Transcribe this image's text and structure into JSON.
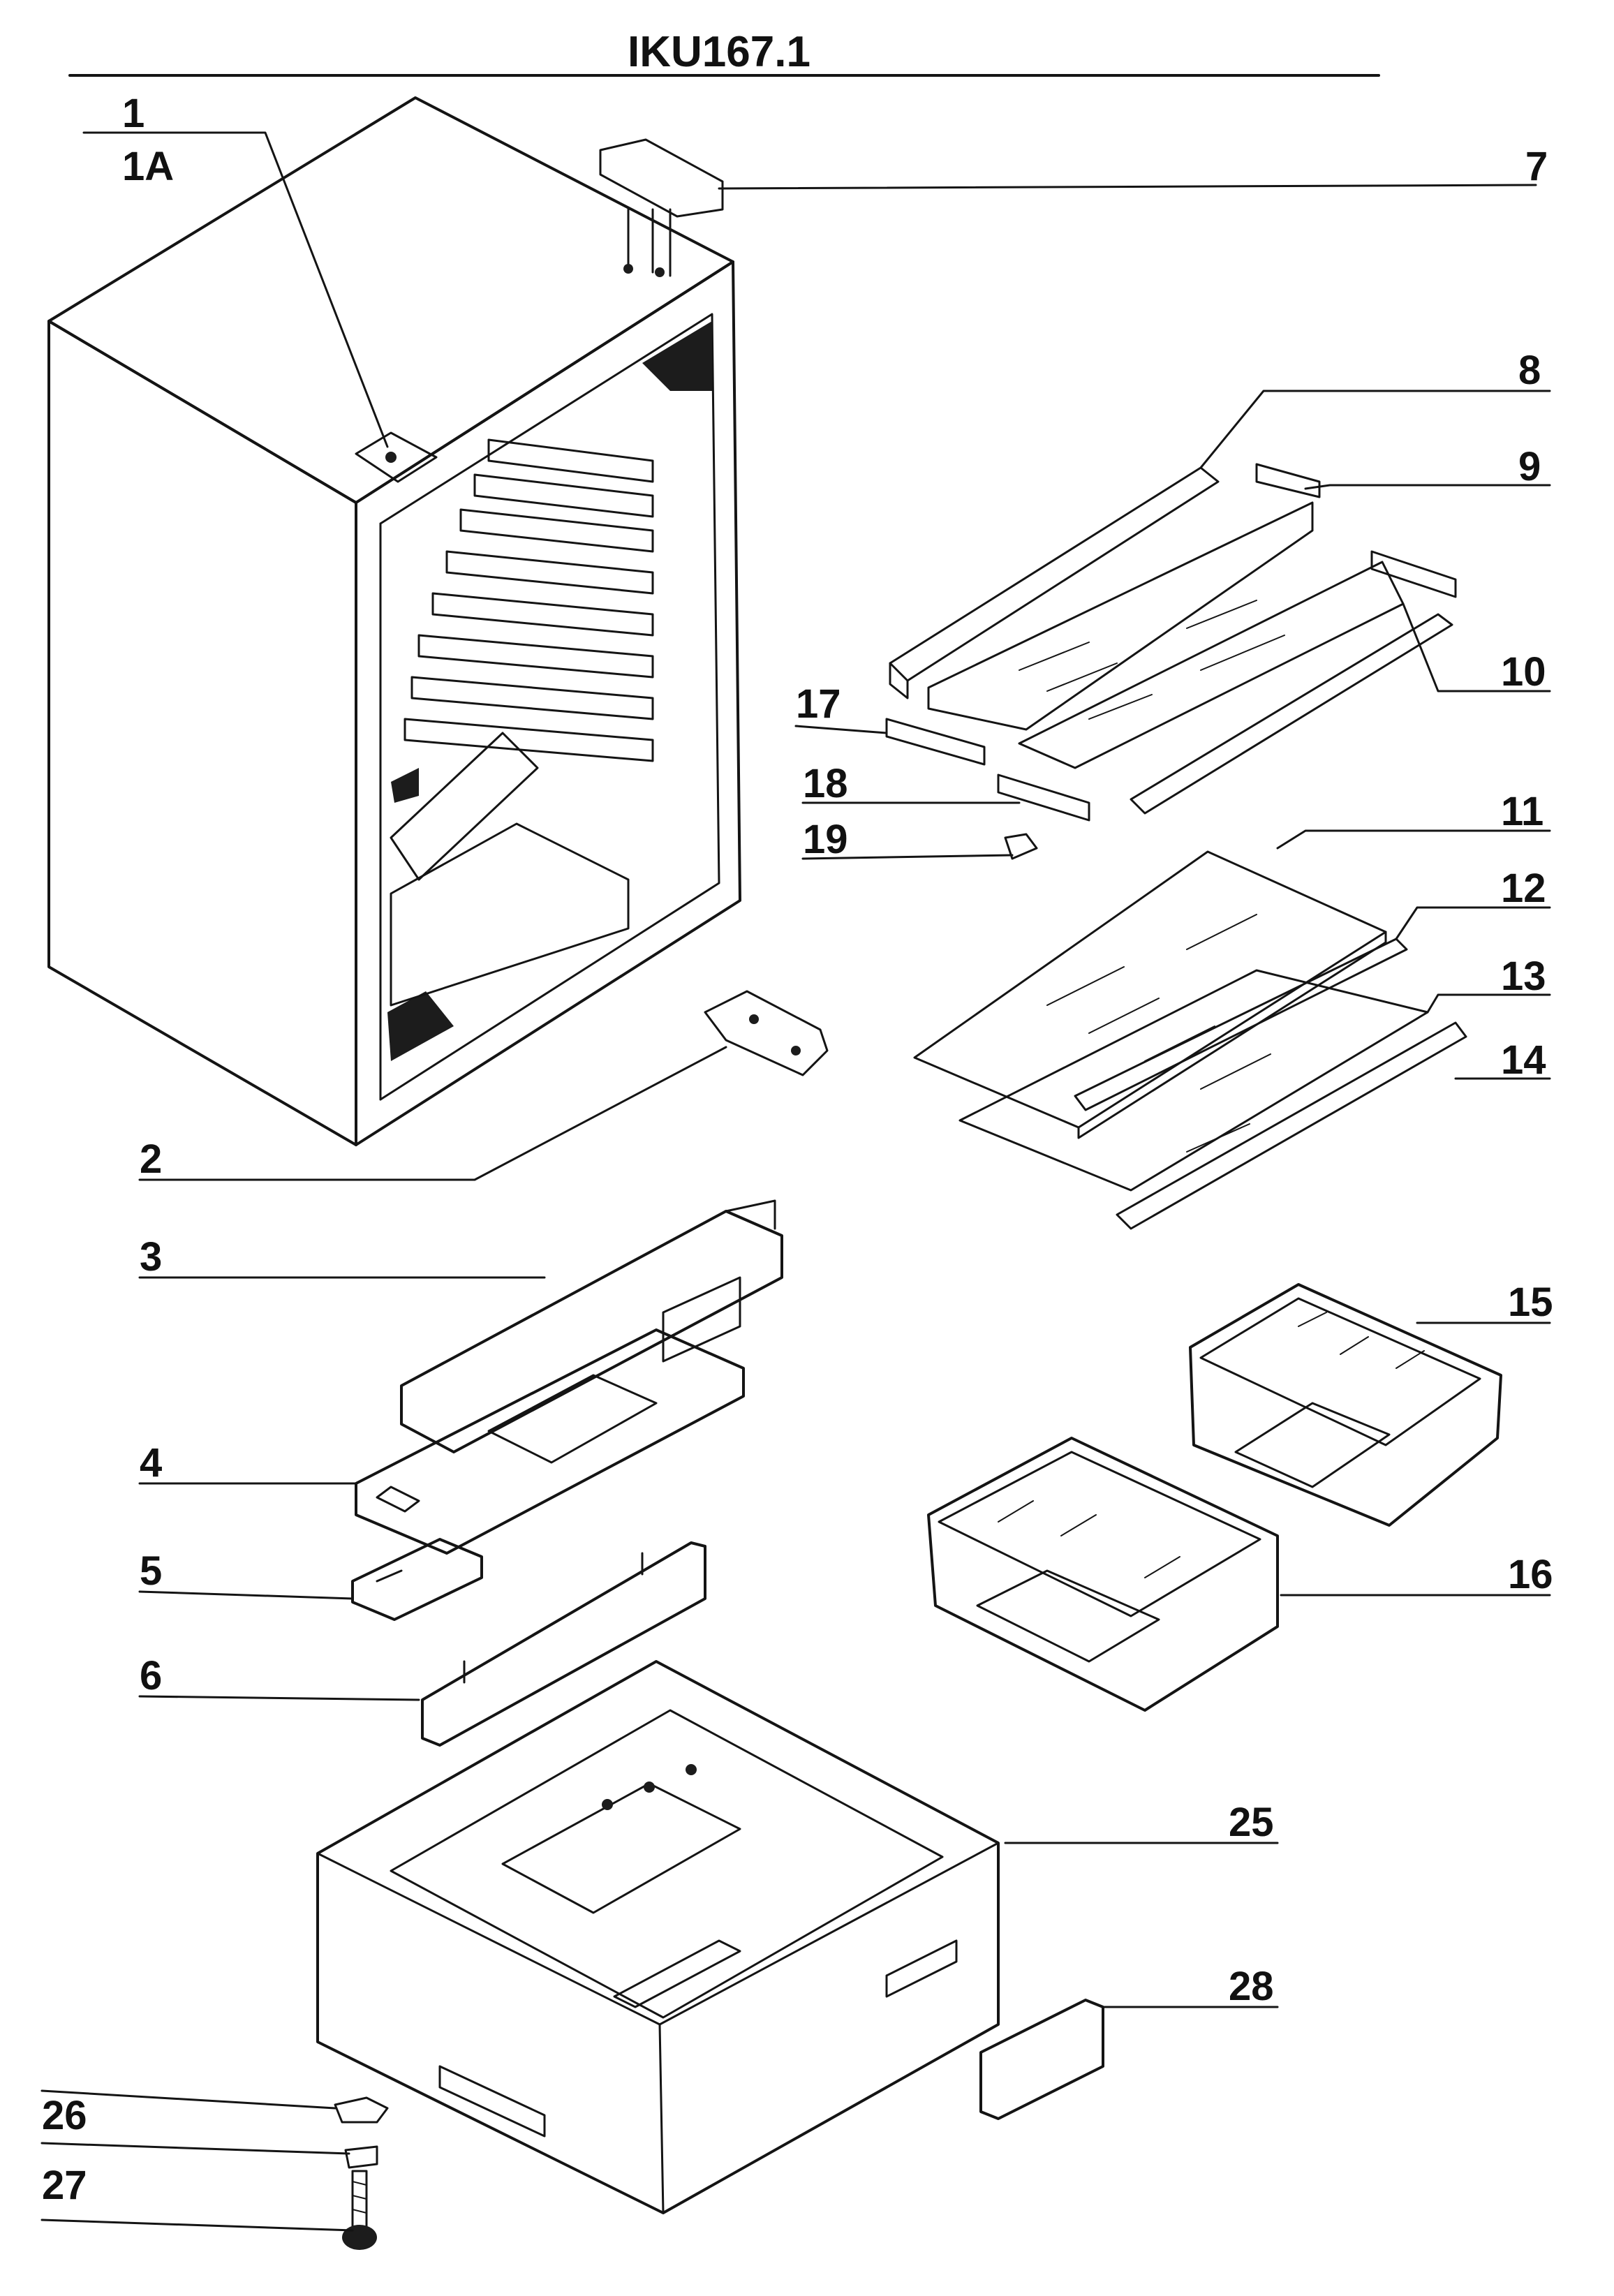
{
  "title": "IKU167.1",
  "callouts": {
    "c1": "1",
    "c1a": "1A",
    "c2": "2",
    "c3": "3",
    "c4": "4",
    "c5": "5",
    "c6": "6",
    "c7": "7",
    "c8": "8",
    "c9": "9",
    "c10": "10",
    "c11": "11",
    "c12": "12",
    "c13": "13",
    "c14": "14",
    "c15": "15",
    "c16": "16",
    "c17": "17",
    "c18": "18",
    "c19": "19",
    "c25": "25",
    "c26": "26",
    "c27": "27",
    "c28": "28"
  },
  "colors": {
    "ink": "#141414",
    "paper": "#ffffff",
    "fill_dark": "#1c1c1c"
  }
}
